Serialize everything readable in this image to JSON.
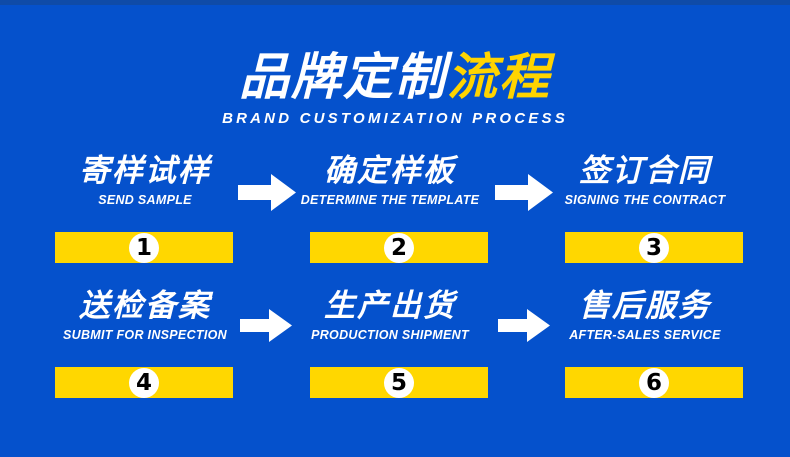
{
  "colors": {
    "background_blue": "#0551cc",
    "top_band_blue": "#0f4ba8",
    "accent_yellow": "#ffd700",
    "title_gold": "#ffd400",
    "text_white": "#ffffff",
    "badge_number": "#000000"
  },
  "header": {
    "title_white": "品牌定制",
    "title_gold": "流程",
    "subtitle": "BRAND CUSTOMIZATION PROCESS"
  },
  "steps": [
    {
      "cn": "寄样试样",
      "en": "SEND SAMPLE",
      "number": "1"
    },
    {
      "cn": "确定样板",
      "en": "DETERMINE THE TEMPLATE",
      "number": "2"
    },
    {
      "cn": "签订合同",
      "en": "SIGNING THE CONTRACT",
      "number": "3"
    },
    {
      "cn": "送检备案",
      "en": "SUBMIT FOR INSPECTION",
      "number": "4"
    },
    {
      "cn": "生产出货",
      "en": "PRODUCTION SHIPMENT",
      "number": "5"
    },
    {
      "cn": "售后服务",
      "en": "AFTER-SALES SERVICE",
      "number": "6"
    }
  ],
  "icons": {
    "arrow": "arrow-right-icon"
  }
}
